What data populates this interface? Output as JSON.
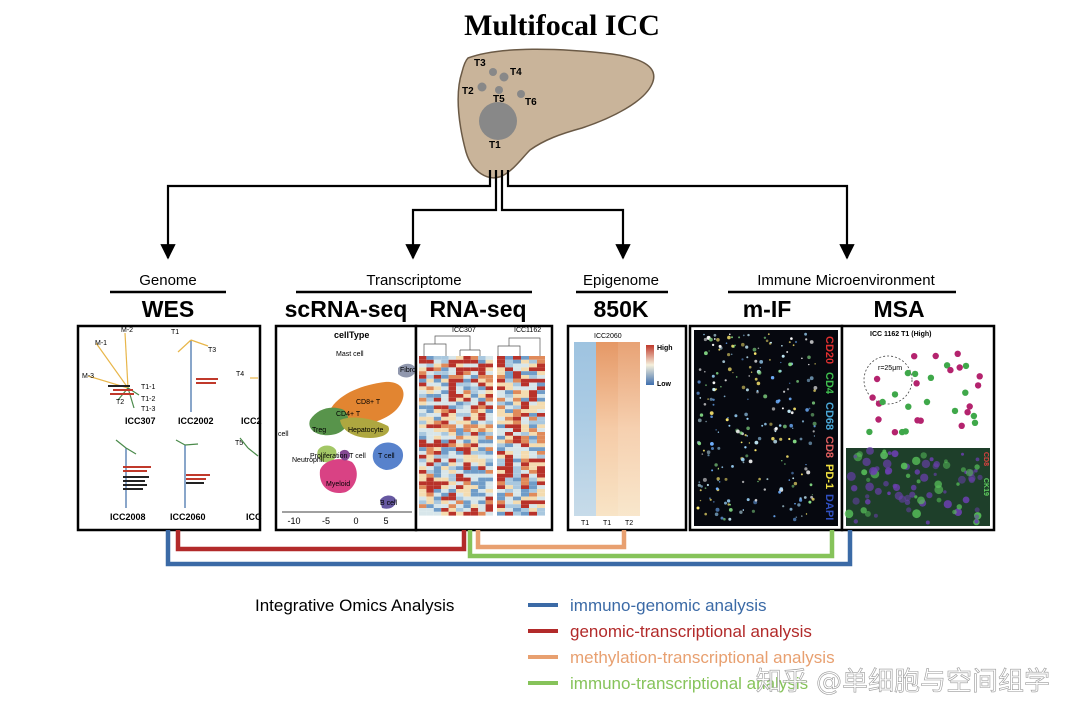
{
  "title": "Multifocal ICC",
  "tumors": [
    "T1",
    "T2",
    "T3",
    "T4",
    "T5",
    "T6"
  ],
  "sections": {
    "genome": "Genome",
    "transcriptome": "Transcriptome",
    "epigenome": "Epigenome",
    "immune": "Immune Microenvironment"
  },
  "methods": {
    "wes": "WES",
    "scrna": "scRNA-seq",
    "rnaseq": "RNA-seq",
    "k850": "850K",
    "mif": "m-IF",
    "msa": "MSA"
  },
  "wes_panel": {
    "cases": [
      "ICC307",
      "ICC2002",
      "ICC2",
      "ICC2008",
      "ICC2060",
      "ICC"
    ],
    "nodes": [
      "M-2",
      "M-1",
      "M-3",
      "T1-1",
      "T1-2",
      "T1-3",
      "T2",
      "T1",
      "T3",
      "T4",
      "T5"
    ]
  },
  "scrna_panel": {
    "heading": "cellType",
    "clusters": [
      "Mast cell",
      "CD8+ T",
      "CD4+ T",
      "Hepatocyte",
      "Treg",
      "Proliferation T cell",
      "Neutrophil",
      "Myeloid",
      "Fibro",
      "T cell",
      "B cell",
      "cell"
    ],
    "ticks": [
      "-10",
      "-5",
      "0",
      "5"
    ]
  },
  "rnaseq_panel": {
    "headers": [
      "ICC307",
      "ICC1162"
    ]
  },
  "k850_panel": {
    "case": "ICC2060",
    "scale_high": "High",
    "scale_low": "Low",
    "columns": [
      "T1",
      "T1",
      "T2"
    ]
  },
  "mif_panel": {
    "markers": [
      "CD20",
      "CD4",
      "CD68",
      "CD8",
      "PD-1",
      "DAPI"
    ]
  },
  "msa_panel": {
    "caption": "ICC 1162 T1 (High)",
    "radius": "r=25μm",
    "markers": [
      "CD8",
      "CK19"
    ]
  },
  "legend": {
    "title": "Integrative Omics Analysis",
    "items": [
      {
        "label": "immuno-genomic analysis",
        "color": "#3b6aa6"
      },
      {
        "label": "genomic-transcriptional analysis",
        "color": "#b22a2a"
      },
      {
        "label": "methylation-transcriptional analysis",
        "color": "#e8a070"
      },
      {
        "label": "immuno-transcriptional analysis",
        "color": "#86c35a"
      }
    ]
  },
  "watermark": "知乎 @单细胞与空间组学",
  "colors": {
    "liver": "#c9b49a",
    "tumor": "#888888",
    "black": "#000000"
  }
}
